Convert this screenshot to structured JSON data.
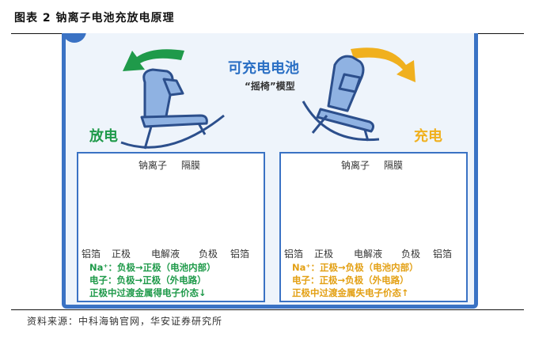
{
  "figure_title": "图表 2 钠离子电池充放电原理",
  "source": "资料来源：中科海钠官网，华安证券研究所",
  "panel": {
    "title": "可充电电池",
    "subtitle": "“摇椅”模型",
    "discharge_label": "放电",
    "charge_label": "充电"
  },
  "discharge": {
    "ion_label": "钠离子",
    "separator_label": "隔膜",
    "axis_labels": [
      "铝箔",
      "正极",
      "电解液",
      "负极",
      "铝箔"
    ],
    "lines": [
      "Na⁺：负极→正极（电池内部）",
      "电子：负极→正极（外电路）",
      "正极中过渡金属得电子价态↓"
    ]
  },
  "charge": {
    "ion_label": "钠离子",
    "separator_label": "隔膜",
    "axis_labels": [
      "铝箔",
      "正极",
      "电解液",
      "负极",
      "铝箔"
    ],
    "lines": [
      "Na⁺：正极→负极（电池内部）",
      "电子：正极→负极（外电路）",
      "正极中过渡金属失电子价态↑"
    ]
  },
  "colors": {
    "accent_blue": "#3a72c4",
    "discharge_green": "#1f9a4a",
    "charge_gold": "#f0b01e",
    "ion_red": "#e0262b"
  }
}
